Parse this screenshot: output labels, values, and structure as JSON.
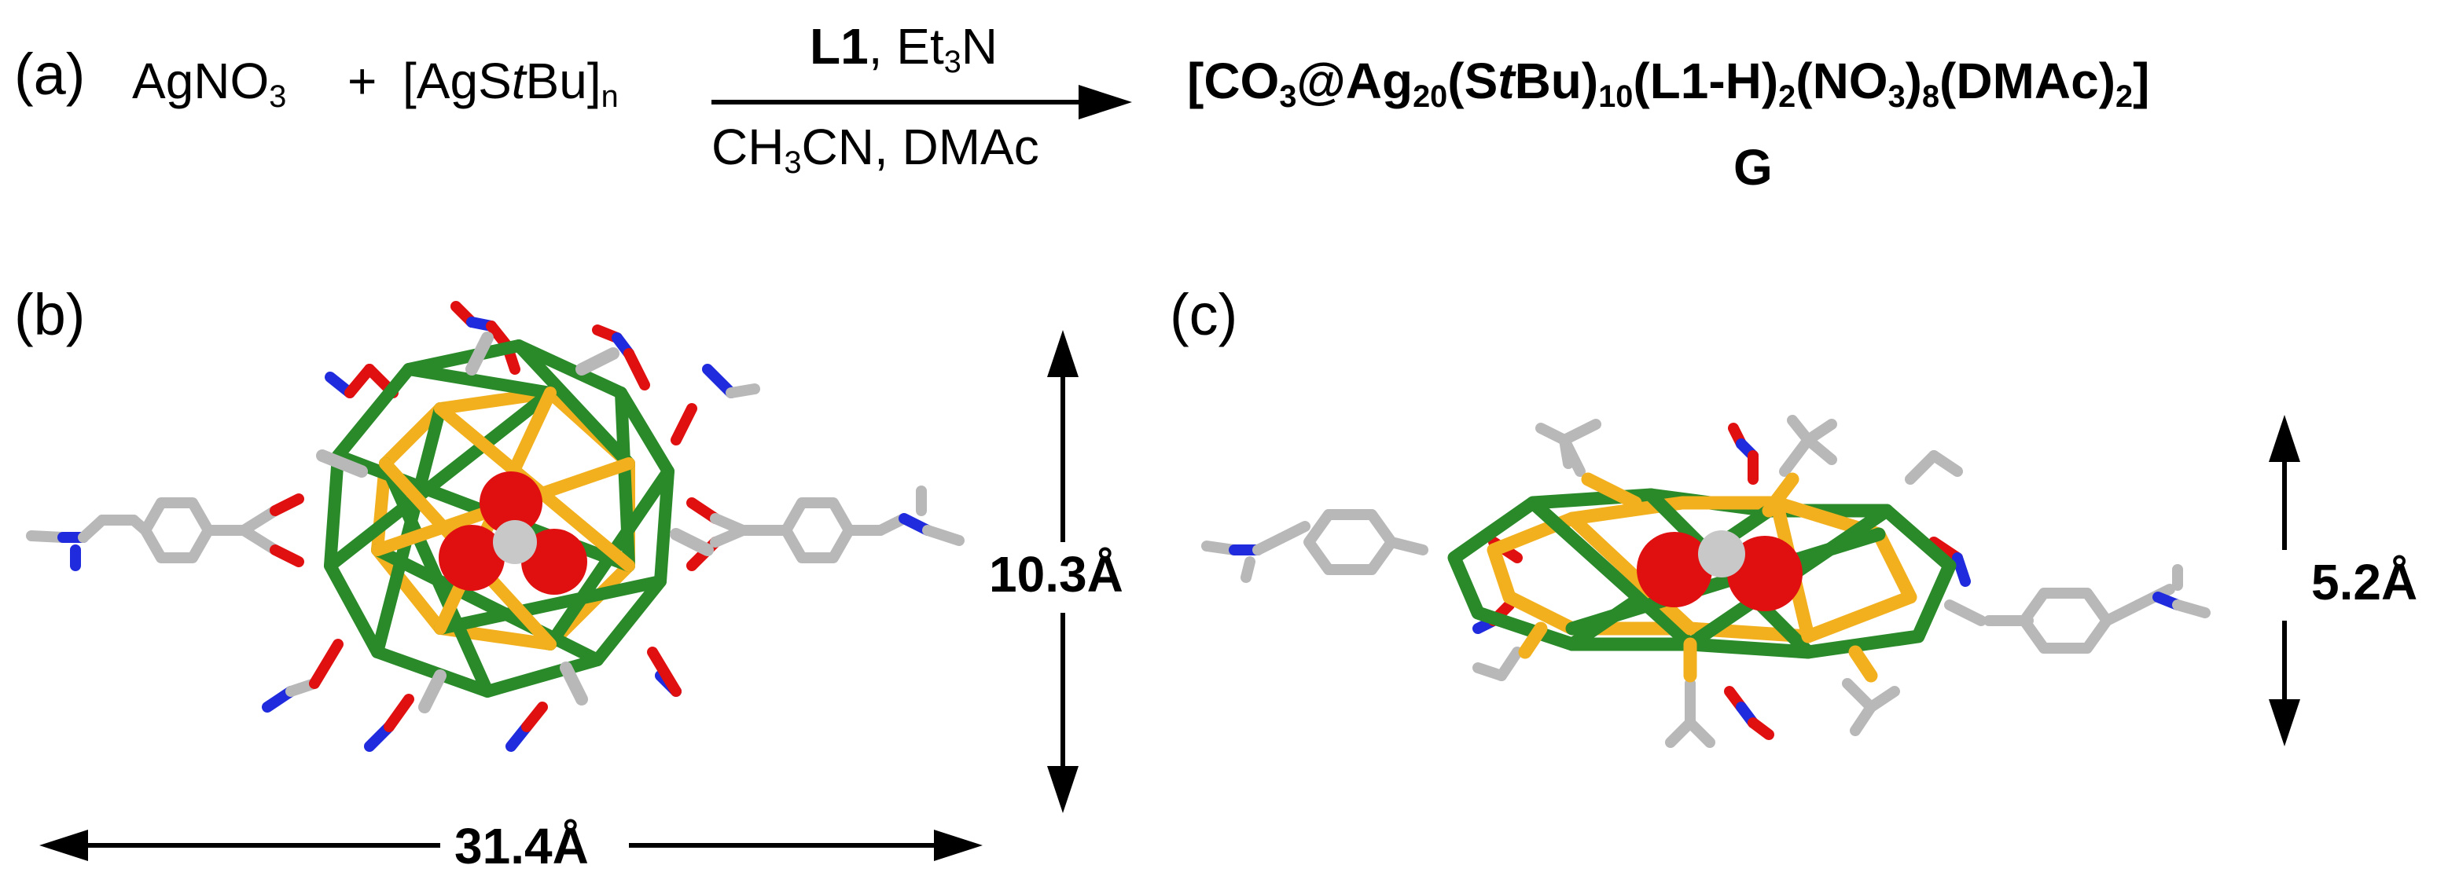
{
  "panel_labels": {
    "a": "(a)",
    "b": "(b)",
    "c": "(c)"
  },
  "reaction": {
    "reactant_1": {
      "base": "AgNO",
      "sub": "3"
    },
    "plus": "+",
    "reactant_2": {
      "prefix": "[AgS",
      "italic": "t",
      "suffix": "Bu]",
      "sub": "n"
    },
    "conditions_above": {
      "bold": "L1",
      "rest": ", Et",
      "sub": "3",
      "end": "N"
    },
    "conditions_below": {
      "start": "CH",
      "sub": "3",
      "rest": "CN, DMAc"
    },
    "product": {
      "p1": "[CO",
      "s1": "3",
      "p2": "@Ag",
      "s2": "20",
      "p3": "(S",
      "it": "t",
      "p4": "Bu)",
      "s3": "10",
      "p5": "(L1-H)",
      "s4": "2",
      "p6": "(NO",
      "s5": "3",
      "p7": ")",
      "s6": "8",
      "p8": "(DMAc)",
      "s7": "2",
      "p9": "]"
    },
    "product_label": "G"
  },
  "dimensions": {
    "b_height": "10.3Å",
    "b_width": "31.4Å",
    "c_height": "5.2Å"
  },
  "colors": {
    "silver": "#2a8a2a",
    "sulfur": "#f2b01e",
    "carbon": "#b8b8b8",
    "oxygen": "#e01010",
    "nitrogen": "#1f2bdc",
    "hydrogen": "#d8d8d8"
  }
}
